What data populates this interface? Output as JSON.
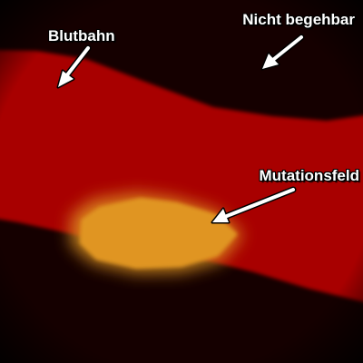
{
  "colors": {
    "impassable_area": "#150000",
    "bloodstream": "#a80000",
    "mutation_field": "#e09522",
    "label_text": "#ffffff",
    "arrow": "#ffffff"
  },
  "annotations": [
    {
      "id": "bloodstream",
      "text": "Blutbahn",
      "arrow_direction": "down-left"
    },
    {
      "id": "impassable",
      "text": "Nicht begehbar",
      "arrow_direction": "down-left"
    },
    {
      "id": "mutation_field",
      "text": "Mutationsfeld",
      "arrow_direction": "down-left"
    }
  ]
}
